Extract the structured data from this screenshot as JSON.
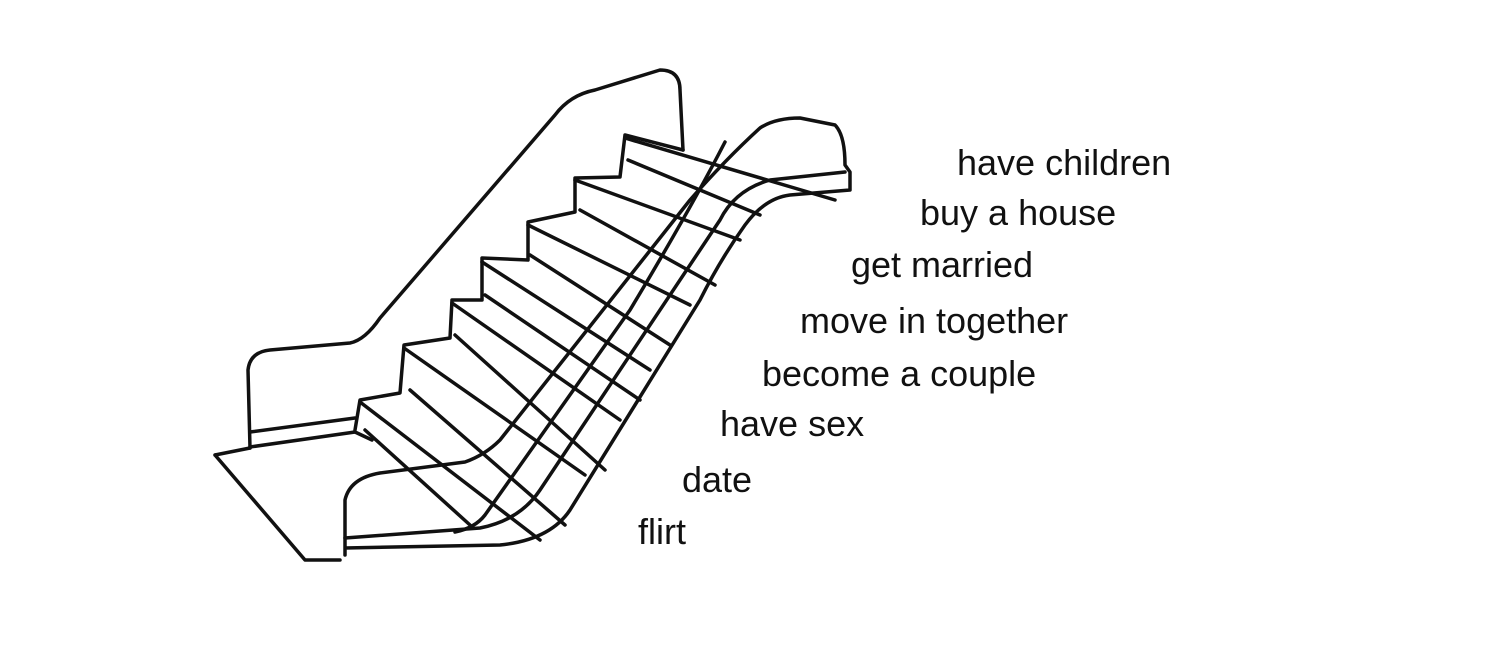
{
  "illustration": "escalator",
  "colors": {
    "ink": "#111111",
    "background": "#ffffff"
  },
  "steps": [
    {
      "label": "flirt"
    },
    {
      "label": "date"
    },
    {
      "label": "have sex"
    },
    {
      "label": "become a couple"
    },
    {
      "label": "move in together"
    },
    {
      "label": "get married"
    },
    {
      "label": "buy a house"
    },
    {
      "label": "have children"
    }
  ]
}
